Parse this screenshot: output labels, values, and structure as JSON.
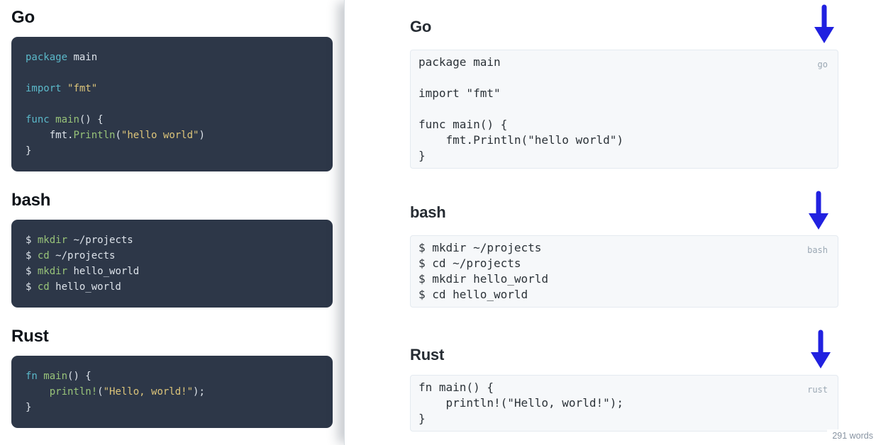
{
  "palette": {
    "k": "#5bb8c9",
    "f": "#98c379",
    "s": "#ddc57a",
    "p": "#dde3ea"
  },
  "annotations": {
    "arrow_color": "#2121e0"
  },
  "left": {
    "sections": [
      {
        "heading": "Go",
        "code": [
          [
            [
              "k",
              "package"
            ],
            [
              "p",
              " main"
            ]
          ],
          [],
          [
            [
              "k",
              "import"
            ],
            [
              "p",
              " "
            ],
            [
              "s",
              "\"fmt\""
            ]
          ],
          [],
          [
            [
              "k",
              "func"
            ],
            [
              "p",
              " "
            ],
            [
              "f",
              "main"
            ],
            [
              "p",
              "() {"
            ]
          ],
          [
            [
              "p",
              "    fmt."
            ],
            [
              "f",
              "Println"
            ],
            [
              "p",
              "("
            ],
            [
              "s",
              "\"hello world\""
            ],
            [
              "p",
              ")"
            ]
          ],
          [
            [
              "p",
              "}"
            ]
          ]
        ]
      },
      {
        "heading": "bash",
        "code": [
          [
            [
              "p",
              "$ "
            ],
            [
              "f",
              "mkdir"
            ],
            [
              "p",
              " ~/projects"
            ]
          ],
          [
            [
              "p",
              "$ "
            ],
            [
              "f",
              "cd"
            ],
            [
              "p",
              " ~/projects"
            ]
          ],
          [
            [
              "p",
              "$ "
            ],
            [
              "f",
              "mkdir"
            ],
            [
              "p",
              " hello_world"
            ]
          ],
          [
            [
              "p",
              "$ "
            ],
            [
              "f",
              "cd"
            ],
            [
              "p",
              " hello_world"
            ]
          ]
        ]
      },
      {
        "heading": "Rust",
        "code": [
          [
            [
              "k",
              "fn"
            ],
            [
              "p",
              " "
            ],
            [
              "f",
              "main"
            ],
            [
              "p",
              "() {"
            ]
          ],
          [
            [
              "p",
              "    "
            ],
            [
              "f",
              "println!"
            ],
            [
              "p",
              "("
            ],
            [
              "s",
              "\"Hello, world!\""
            ],
            [
              "p",
              ");"
            ]
          ],
          [
            [
              "p",
              "}"
            ]
          ]
        ]
      }
    ]
  },
  "right": {
    "sections": [
      {
        "heading": "Go",
        "tag": "go",
        "code": [
          "package main",
          "",
          "import \"fmt\"",
          "",
          "func main() {",
          "    fmt.Println(\"hello world\")",
          "}"
        ]
      },
      {
        "heading": "bash",
        "tag": "bash",
        "code": [
          "$ mkdir ~/projects",
          "$ cd ~/projects",
          "$ mkdir hello_world",
          "$ cd hello_world"
        ]
      },
      {
        "heading": "Rust",
        "tag": "rust",
        "code": [
          "fn main() {",
          "    println!(\"Hello, world!\");",
          "}"
        ]
      }
    ],
    "word_count": "291 words"
  }
}
